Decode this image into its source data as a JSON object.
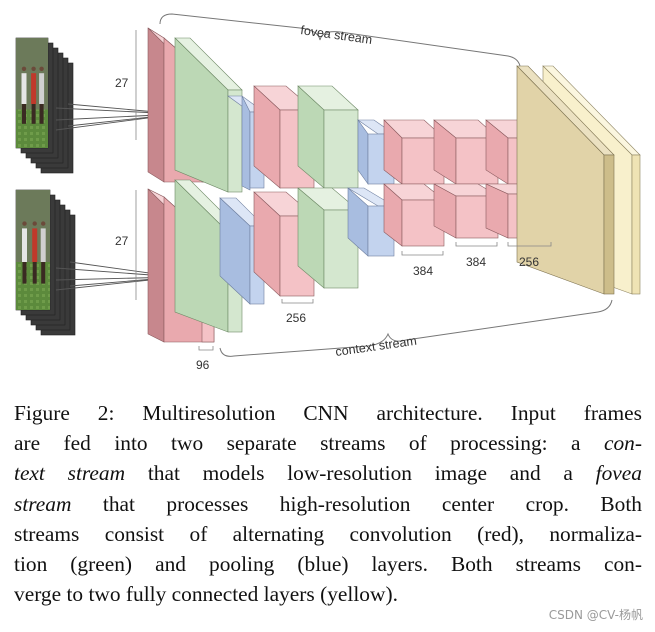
{
  "figure": {
    "labels": {
      "fovea_stream": "fovea stream",
      "context_stream": "context stream",
      "input_size_top": "27",
      "input_size_bottom": "27",
      "conv1_channels": "96",
      "conv2_channels": "256",
      "conv3_channels": "384",
      "conv4_channels": "384",
      "conv5_channels": "256"
    },
    "colors": {
      "convolution": "#f4c2c6",
      "normalization": "#d4e7cf",
      "pooling": "#c3d3ee",
      "fully_connected": "#e1d3a8",
      "fully_connected_light": "#f8f0cc"
    }
  },
  "caption": {
    "lines": [
      [
        {
          "t": "Figure 2: Multiresolution CNN architecture. Input frames",
          "i": false
        }
      ],
      [
        {
          "t": "are fed into two separate streams of processing: a ",
          "i": false
        },
        {
          "t": "con-",
          "i": true
        }
      ],
      [
        {
          "t": "text stream",
          "i": true
        },
        {
          "t": " that models low-resolution image and a ",
          "i": false
        },
        {
          "t": "fovea",
          "i": true
        }
      ],
      [
        {
          "t": "stream",
          "i": true
        },
        {
          "t": " that processes high-resolution center crop.  Both",
          "i": false
        }
      ],
      [
        {
          "t": "streams consist of alternating convolution (red), normaliza-",
          "i": false
        }
      ],
      [
        {
          "t": "tion (green) and pooling (blue) layers.  Both streams con-",
          "i": false
        }
      ],
      [
        {
          "t": "verge to two fully connected layers (yellow).",
          "i": false
        }
      ]
    ]
  },
  "watermark": "CSDN @CV-杨帆"
}
